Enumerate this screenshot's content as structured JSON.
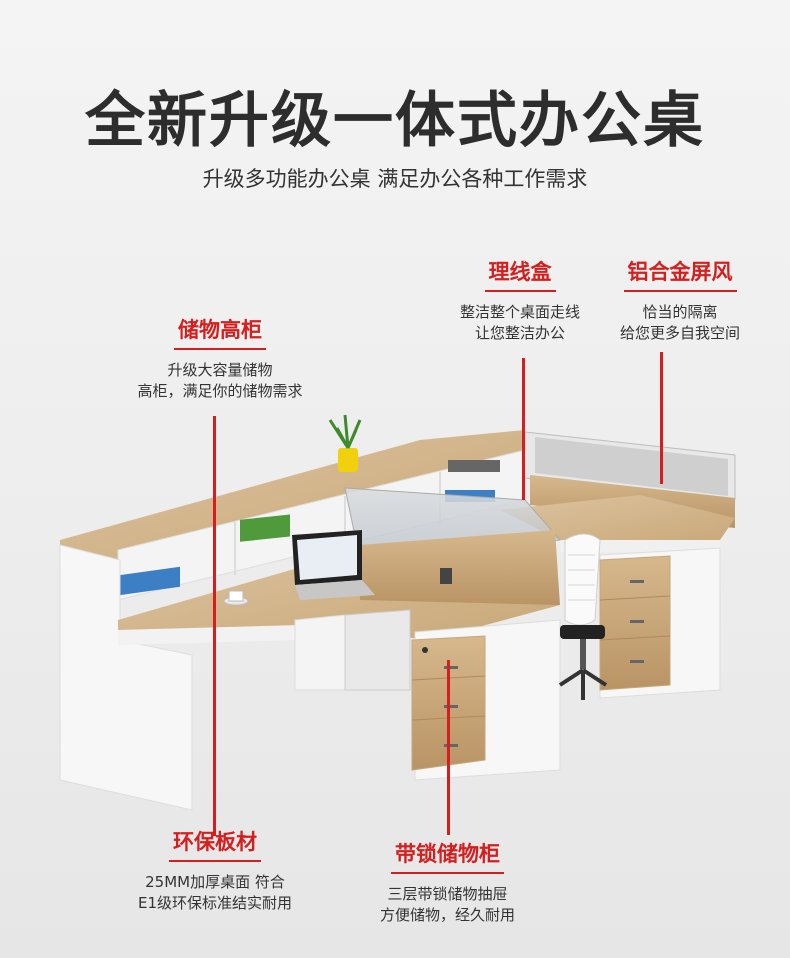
{
  "title": "全新升级一体式办公桌",
  "subtitle": "升级多功能办公桌 满足办公各种工作需求",
  "features": {
    "storage_cabinet": {
      "title": "储物高柜",
      "line1": "升级大容量储物",
      "line2": "高柜，满足你的储物需求"
    },
    "cable_box": {
      "title": "理线盒",
      "line1": "整洁整个桌面走线",
      "line2": "让您整洁办公"
    },
    "aluminum_screen": {
      "title": "铝合金屏风",
      "line1": "恰当的隔离",
      "line2": "给您更多自我空间"
    },
    "eco_board": {
      "title": "环保板材",
      "line1": "25MM加厚桌面 符合",
      "line2": "E1级环保标准结实耐用"
    },
    "lock_cabinet": {
      "title": "带锁储物柜",
      "line1": "三层带锁储物抽屉",
      "line2": "方便储物，经久耐用"
    }
  },
  "colors": {
    "accent": "#d51f1f",
    "wood": "#d2b48c",
    "white_panel": "#f7f7f7"
  }
}
